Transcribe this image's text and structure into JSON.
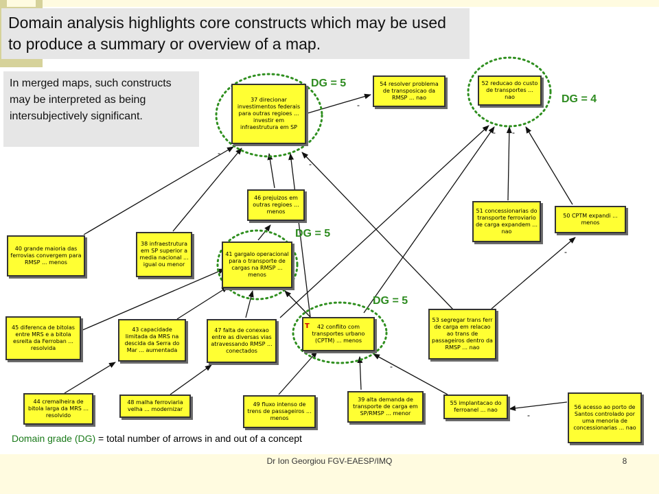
{
  "slide": {
    "title": "Domain analysis highlights core constructs which may be used to produce a summary or overview of a map.",
    "subtitle": "In merged maps, such constructs may be interpreted as being intersubjectively significant.",
    "definition_term": "Domain grade (DG)",
    "definition_rest": " = total number of arrows in and out of a concept",
    "footer": "Dr Ion Georgiou FGV-EAESP/IMQ",
    "page_number": "8"
  },
  "dg_labels": {
    "n37": "DG = 5",
    "n52": "DG = 4",
    "n41": "DG = 5",
    "n42": "DG = 5"
  },
  "nodes": {
    "n37": "37 direcionar investimentos federais para outras regioes ... investir em infraestrutura em SP",
    "n54": "54 resolver problema de transposicao da RMSP ... nao",
    "n52": "52 reducao do custo de transportes ... nao",
    "n46": "46 prejuizos em outras regioes ... menos",
    "n51": "51 concessionarias do transporte ferroviario de carga expandem ... nao",
    "n50": "50 CPTM expandi ... menos",
    "n40": "40 grande maioria das ferrovias convergem para RMSP ... menos",
    "n38": "38 infraestrutura em SP superior a media nacional ... igual ou menor",
    "n41": "41 gargalo operacional para o transporte de cargas na RMSP ... menos",
    "n45": "45 diferenca de bitolas entre MRS e a bitola esreita da Ferroban ... resolvida",
    "n43": "43 capacidade limitada da MRS na descida da Serra do Mar ... aumentada",
    "n47": "47 falta de conexao entre as diversas vias atravessando RMSP ... conectados",
    "n42": "42 conflito com transportes urbano (CPTM) ... menos",
    "n53": "53 segregar trans ferr de carga em relacao ao trans de passageiros dentro da RMSP ... nao",
    "n44": "44 cremalheira de bitola larga da MRS ... resolvido",
    "n48": "48 malha ferroviaria velha ... modernizar",
    "n49": "49 fluxo intenso de trens de passageiros ... menos",
    "n39": "39 alta demanda de transporte de carga em SP/RMSP ... menor",
    "n55": "55 implantacao do ferroanel ... nao",
    "n56": "56 acesso ao porto de Santos controlado por uma menoria de concessionarias ... nao"
  },
  "icons": {
    "node42_badge": "T"
  },
  "colors": {
    "node_fill": "#ffff33",
    "dg_green": "#2e8b20",
    "gold": "#d6d29a",
    "cream": "#fffbe0"
  },
  "link_sign": "-"
}
